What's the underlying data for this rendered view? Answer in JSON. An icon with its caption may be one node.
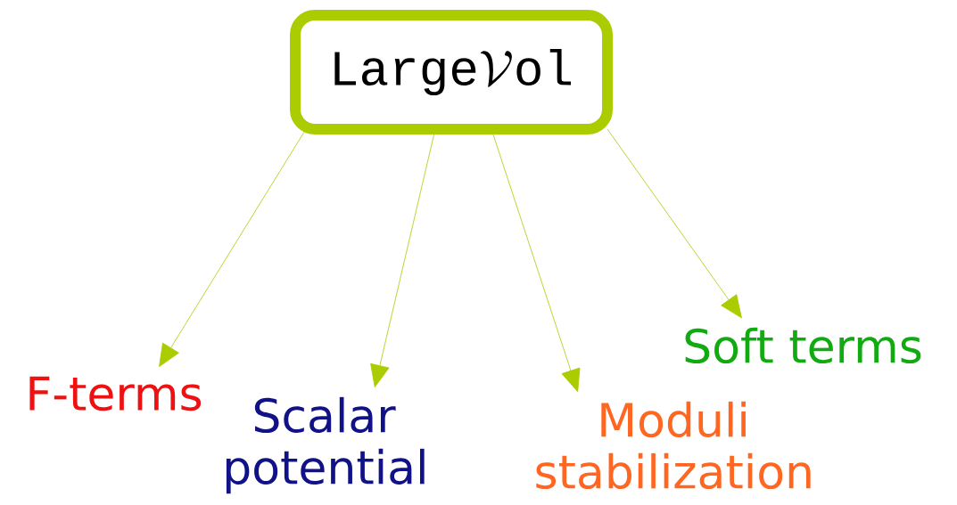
{
  "diagram": {
    "nodes": [
      {
        "text": [
          "\\texttt{Large}\\mathcal{V}\\texttt{ol}"
        ]
      },
      {
        "text": [
          "F-terms"
        ]
      },
      {
        "text": [
          "Scalar potential"
        ]
      },
      {
        "text": [
          "Moduli stabilization"
        ]
      },
      {
        "text": [
          "Soft terms"
        ]
      }
    ],
    "edges": [
      {
        "from": 0,
        "to": 1,
        "arrow": "to"
      },
      {
        "from": 0,
        "to": 2,
        "arrow": "to"
      },
      {
        "from": 0,
        "to": 3,
        "arrow": "to"
      },
      {
        "from": 0,
        "to": 4,
        "arrow": "to"
      }
    ]
  }
}
